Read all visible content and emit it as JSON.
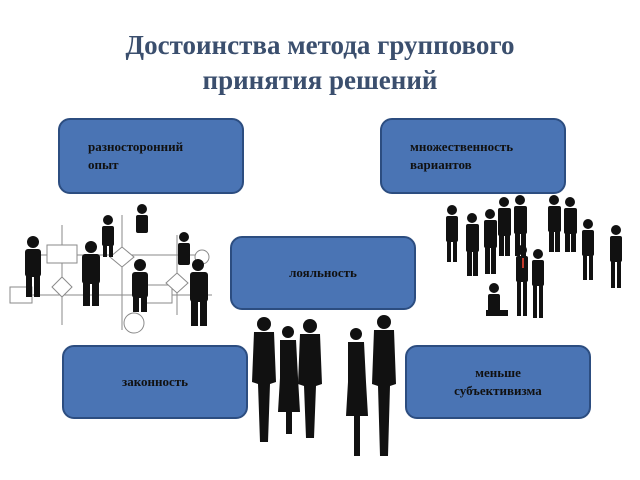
{
  "title": {
    "line1": "Достоинства метода группового",
    "line2": "принятия решений"
  },
  "boxes": [
    {
      "line1": "разносторонний",
      "line2": "опыт"
    },
    {
      "line1": "множественность",
      "line2": "вариантов"
    },
    {
      "line1": "лояльность"
    },
    {
      "line1": "законность"
    },
    {
      "line1": "меньше",
      "line2": "субъективизма"
    }
  ],
  "colors": {
    "title": "#3b4f6e",
    "box_fill": "#4a74b4",
    "box_border": "#2c4d80",
    "silhouette": "#111111"
  },
  "icons": [
    "flowchart-people-illustration",
    "business-group-illustration",
    "silhouette-people-illustration"
  ]
}
